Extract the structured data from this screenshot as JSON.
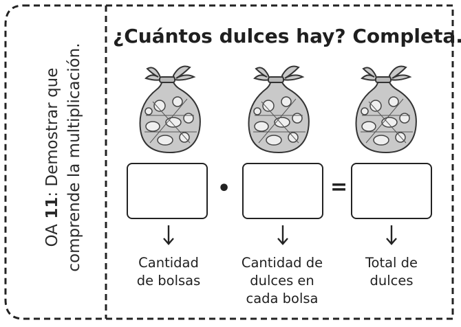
{
  "sidebar": {
    "code": "OA",
    "number": "11",
    "line1_rest": ": Demostrar que",
    "line2": "comprende la multiplicación."
  },
  "title": "¿Cuántos dulces hay? Completa.",
  "bags": [
    {
      "icon": "candy-bag-icon"
    },
    {
      "icon": "candy-bag-icon"
    },
    {
      "icon": "candy-bag-icon"
    }
  ],
  "equation": {
    "multiply_symbol": "•",
    "equals_symbol": "="
  },
  "captions": [
    {
      "lines": [
        "Cantidad",
        "de bolsas"
      ]
    },
    {
      "lines": [
        "Cantidad de",
        "dulces en",
        "cada bolsa"
      ]
    },
    {
      "lines": [
        "Total de",
        "dulces"
      ]
    }
  ]
}
